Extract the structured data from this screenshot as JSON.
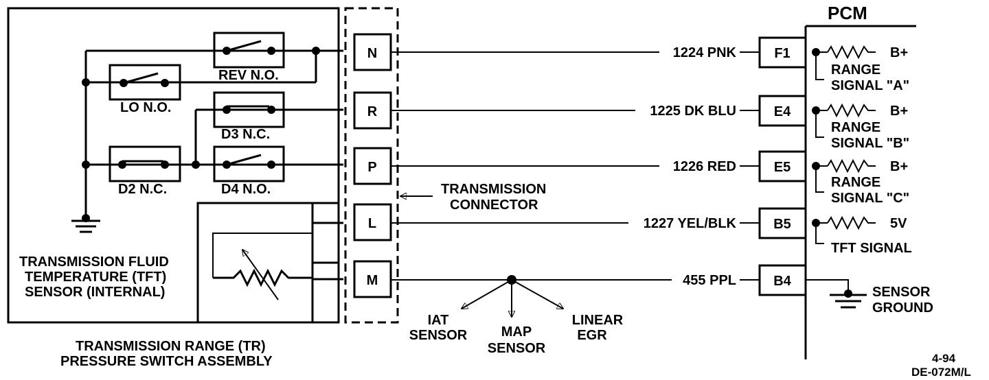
{
  "assembly": {
    "title_line1": "TRANSMISSION RANGE (TR)",
    "title_line2": "PRESSURE SWITCH ASSEMBLY"
  },
  "switches": {
    "rev": "REV N.O.",
    "lo": "LO N.O.",
    "d3": "D3 N.C.",
    "d2": "D2 N.C.",
    "d4": "D4 N.O."
  },
  "tft_sensor": {
    "line1": "TRANSMISSION FLUID",
    "line2": "TEMPERATURE (TFT)",
    "line3": "SENSOR (INTERNAL)"
  },
  "connector": {
    "pins": [
      "N",
      "R",
      "P",
      "L",
      "M"
    ],
    "label_line1": "TRANSMISSION",
    "label_line2": "CONNECTOR"
  },
  "wires": [
    "1224 PNK",
    "1225 DK BLU",
    "1226 RED",
    "1227 YEL/BLK",
    "455 PPL"
  ],
  "pcm": {
    "title": "PCM",
    "pins": [
      "F1",
      "E4",
      "E5",
      "B5",
      "B4"
    ],
    "supply": [
      "B+",
      "B+",
      "B+",
      "5V"
    ],
    "signals": [
      {
        "line1": "RANGE",
        "line2": "SIGNAL \"A\""
      },
      {
        "line1": "RANGE",
        "line2": "SIGNAL \"B\""
      },
      {
        "line1": "RANGE",
        "line2": "SIGNAL \"C\""
      },
      {
        "line1": "TFT SIGNAL",
        "line2": ""
      }
    ],
    "ground_line1": "SENSOR",
    "ground_line2": "GROUND"
  },
  "sensors": {
    "iat_line1": "IAT",
    "iat_line2": "SENSOR",
    "map_line1": "MAP",
    "map_line2": "SENSOR",
    "egr_line1": "LINEAR",
    "egr_line2": "EGR"
  },
  "footer": {
    "date": "4-94",
    "code": "DE-072M/L"
  }
}
